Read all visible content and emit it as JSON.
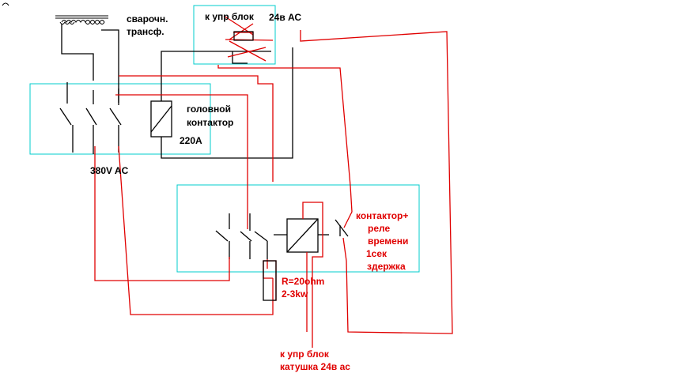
{
  "diagram": {
    "colors": {
      "black_wire": "#000000",
      "red_wire": "#e00000",
      "box_outline": "#00cccc",
      "background": "#ffffff"
    },
    "labels": {
      "transformer_line1": "сварочн.",
      "transformer_line2": "трансф.",
      "control_block_top": "к упр блок",
      "voltage_24": "24в АС",
      "head_contactor_line1": "головной",
      "head_contactor_line2": "контактор",
      "voltage_220": "220А",
      "voltage_380": "380V AC",
      "timer_line1": "контактор+",
      "timer_line2": "реле",
      "timer_line3": "времени",
      "timer_line4": "1сек",
      "timer_line5": "здержка",
      "resistor_line1": "R=20ohm",
      "resistor_line2": "2-3kw",
      "bottom_line1": "к упр блок",
      "bottom_line2": "катушка 24в ас"
    }
  }
}
